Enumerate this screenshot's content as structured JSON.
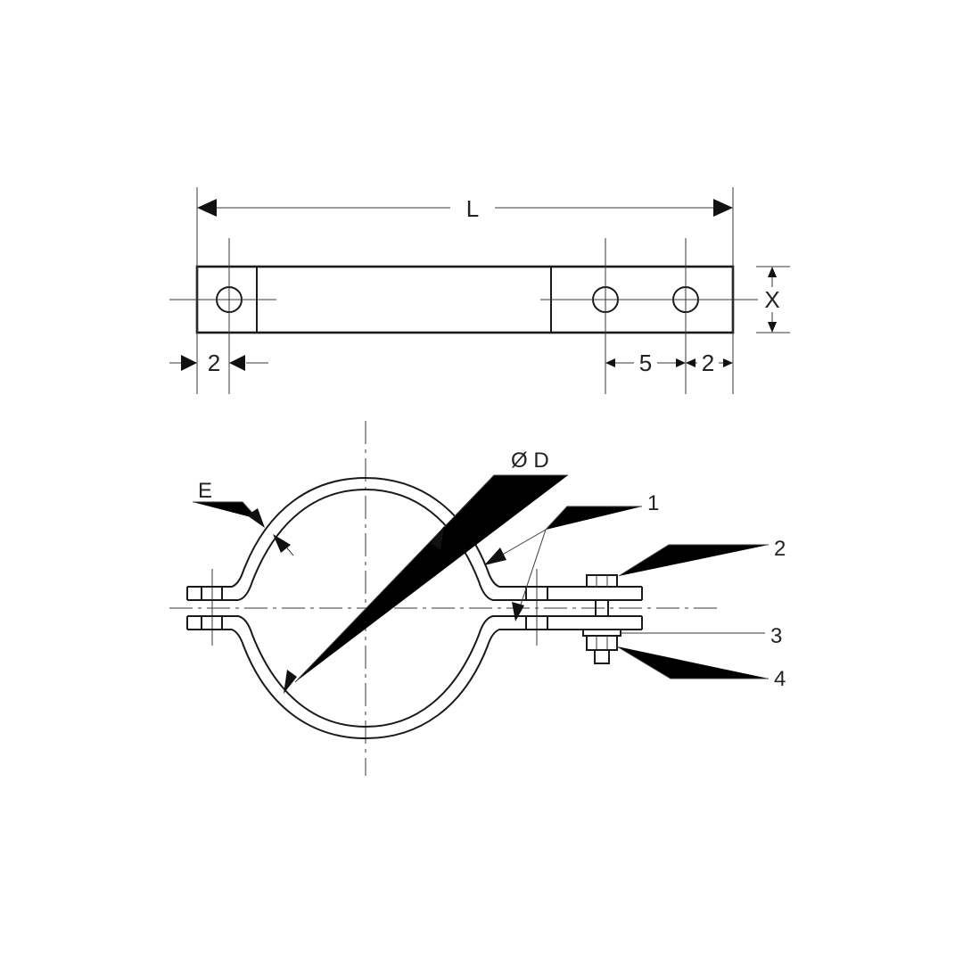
{
  "top_view": {
    "dim_length": "L",
    "dim_height": "X",
    "dim_left_edge": "2",
    "dim_hole_spacing": "5",
    "dim_right_edge": "2"
  },
  "front_view": {
    "label_thickness": "E",
    "label_diameter": "Ø D",
    "callouts": [
      "1",
      "2",
      "3",
      "4"
    ]
  }
}
